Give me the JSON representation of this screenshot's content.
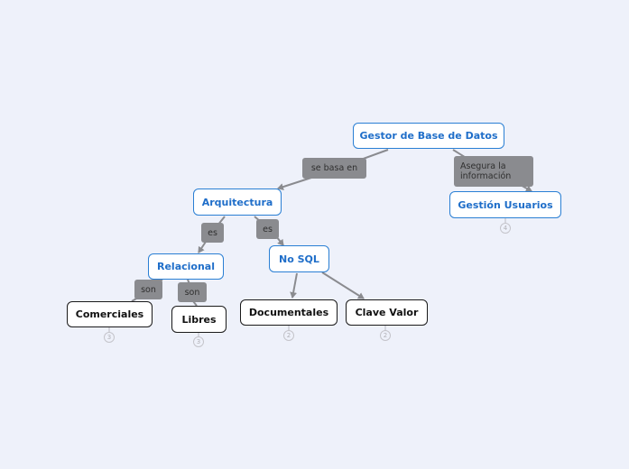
{
  "concept_map": {
    "root": {
      "label": "Gestor de Base de Datos"
    },
    "nodes": {
      "arquitectura": "Arquitectura",
      "gestion_usuarios": "Gestión Usuarios",
      "relacional": "Relacional",
      "no_sql": "No SQL",
      "comerciales": "Comerciales",
      "libres": "Libres",
      "documentales": "Documentales",
      "clave_valor": "Clave Valor"
    },
    "link_labels": {
      "se_basa_en": "se basa en",
      "asegura_line1": "Asegura la",
      "asegura_line2": "información",
      "es_relacional": "es",
      "es_nosql": "es",
      "son_comerciales": "son",
      "son_libres": "son"
    },
    "collapsed_counts": {
      "gestion_usuarios": "4",
      "comerciales": "3",
      "libres": "3",
      "documentales": "2",
      "clave_valor": "2"
    }
  },
  "colors": {
    "background": "#eef1fa",
    "blue_text": "#1f6ec9",
    "blue_border": "#2a7fd4",
    "connector": "#8a8b8f",
    "label_fill": "#8a8b8f"
  }
}
